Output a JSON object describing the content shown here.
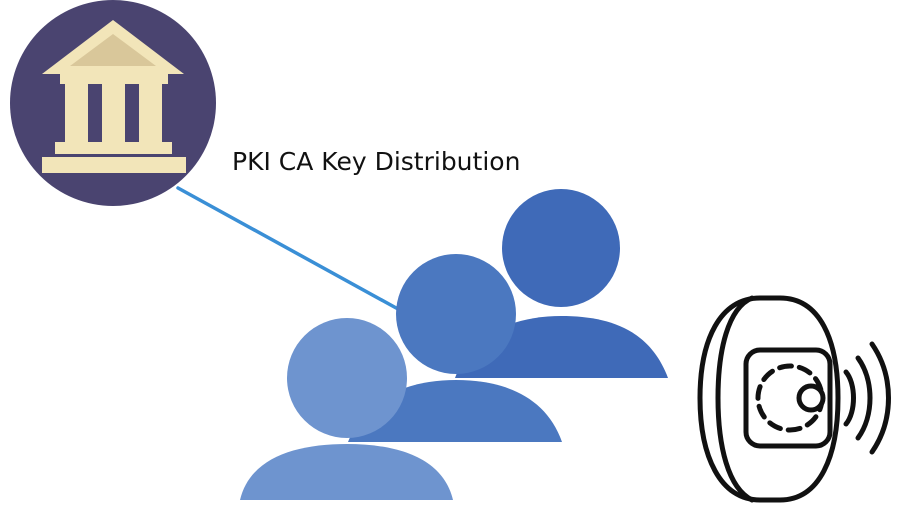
{
  "diagram": {
    "caption": "PKI CA Key Distribution",
    "nodes": [
      {
        "id": "ca",
        "icon": "bank-building-icon",
        "role": "PKI certificate authority"
      },
      {
        "id": "users",
        "icon": "user-group-icon",
        "role": "users receiving keys"
      },
      {
        "id": "wearable",
        "icon": "smart-wristband-icon",
        "role": "wearable device"
      }
    ],
    "edges": [
      {
        "from": "ca",
        "to": "users"
      }
    ]
  },
  "colors": {
    "ca_circle": "#4a4470",
    "ca_building": "#f2e5b9",
    "ca_roof_inner": "#d9c79a",
    "connector": "#3a8fd6",
    "person_back": "#3f6ab8",
    "person_middle": "#4b78c0",
    "person_front": "#6e94cf",
    "device_stroke": "#111111"
  }
}
